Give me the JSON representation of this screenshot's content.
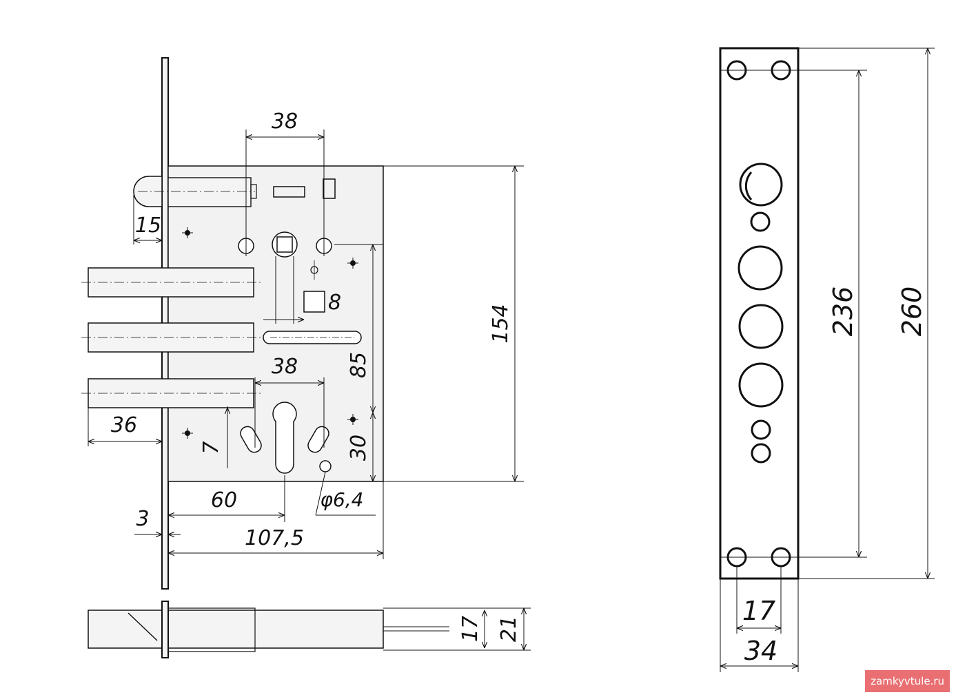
{
  "dims": {
    "d38_top": "38",
    "d15": "15",
    "d8": "8",
    "d38_mid": "38",
    "d85": "85",
    "d154": "154",
    "d36": "36",
    "d7": "7",
    "d30": "30",
    "d60": "60",
    "d3": "3",
    "d107": "107,5",
    "d_hole": "φ6,4",
    "d17_side": "17",
    "d21": "21",
    "d236": "236",
    "d260": "260",
    "d17_plate": "17",
    "d34": "34"
  },
  "watermark": "zamkyvtule.ru",
  "colors": {
    "line": "#111111",
    "body_fill": "#f2f2f2",
    "watermark_bg": "#e96f72"
  }
}
